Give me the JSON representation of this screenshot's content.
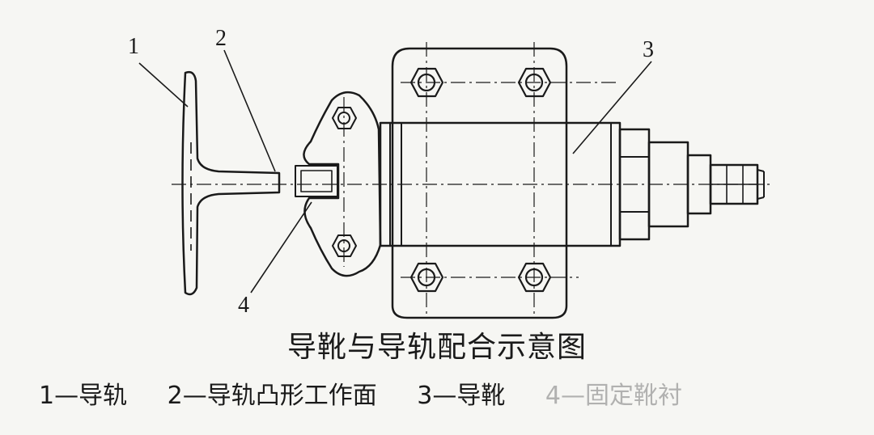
{
  "diagram": {
    "callouts": [
      "1",
      "2",
      "3",
      "4"
    ],
    "title": "导靴与导轨配合示意图",
    "legend": [
      "1—导轨",
      "2—导轨凸形工作面",
      "3—导靴"
    ],
    "legend_faded": "4—固定靴衬"
  }
}
